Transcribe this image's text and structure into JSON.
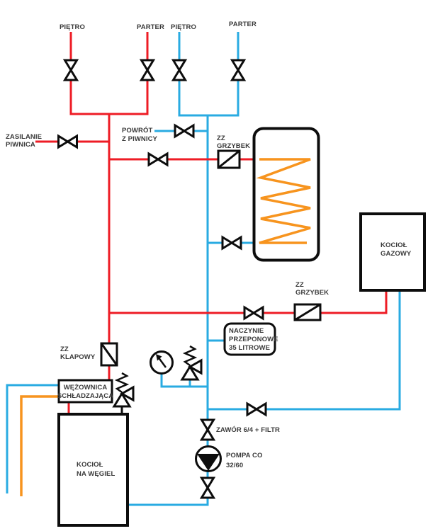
{
  "colors": {
    "supply": "#ee1c25",
    "return": "#29abe2",
    "coil": "#f7941e",
    "outline": "#0d0d0d",
    "text": "#3b3b3b"
  },
  "labels": {
    "supply_floor": "PIĘTRO",
    "supply_ground": "PARTER",
    "return_floor": "PIĘTRO",
    "return_ground": "PARTER",
    "supply_basement": [
      "ZASILANIE",
      "PIWNICA"
    ],
    "return_basement": [
      "POWRÓT",
      "Z PIWNICY"
    ],
    "check_valve_mushroom": [
      "ZZ",
      "GRZYBEK"
    ],
    "check_valve_flap": [
      "ZZ",
      "KLAPOWY"
    ],
    "gas_boiler": [
      "KOCIOŁ",
      "GAZOWY"
    ],
    "coal_boiler": [
      "KOCIOŁ",
      "NA WĘGIEL"
    ],
    "expansion_vessel": [
      "NACZYNIE",
      "PRZEPONOWE",
      "35 LITROWE"
    ],
    "cooling_coil": [
      "WĘŻOWNICA",
      "SCHŁADZAJĄCA"
    ],
    "valve_filter": "ZAWÓR 6/4 + FILTR",
    "pump": [
      "POMPA CO",
      "32/60"
    ]
  }
}
